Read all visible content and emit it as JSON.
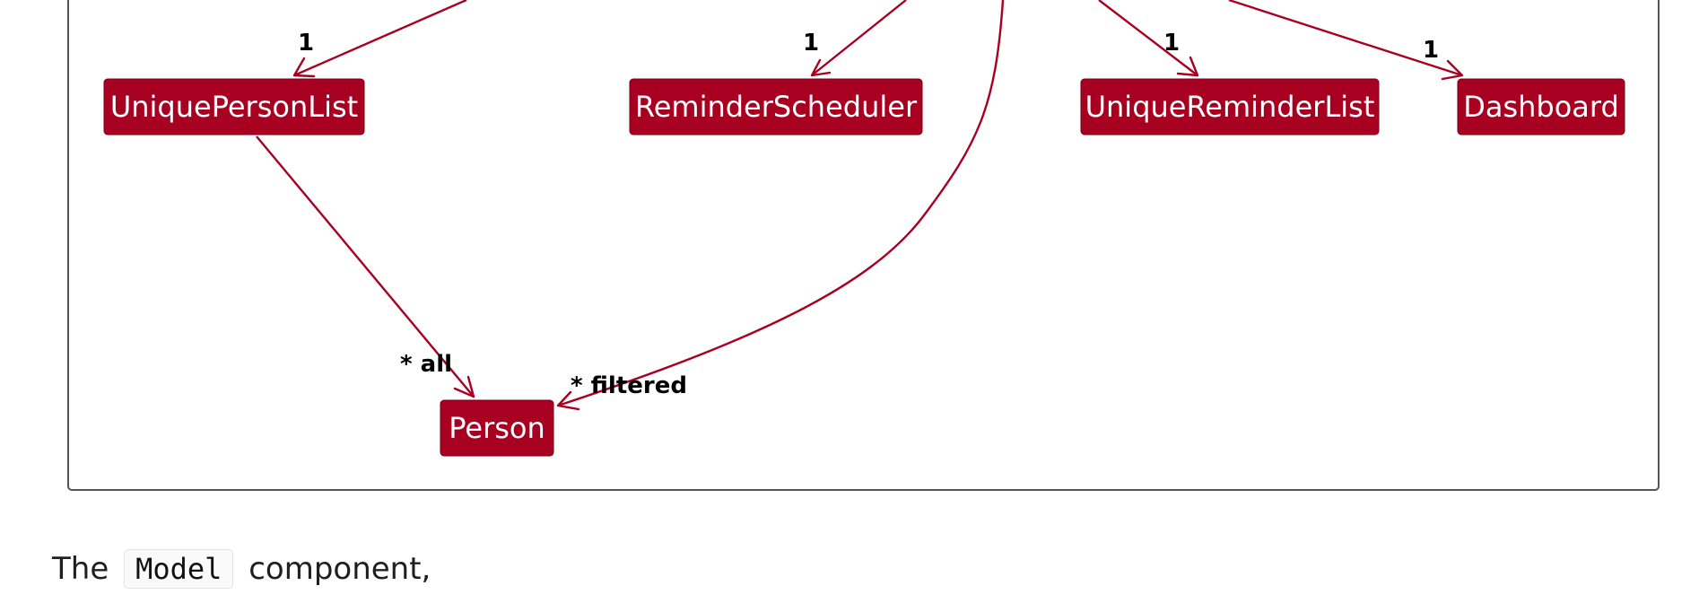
{
  "diagram": {
    "classes": {
      "unique_person_list": "UniquePersonList",
      "reminder_scheduler": "ReminderScheduler",
      "unique_reminder_list": "UniqueReminderList",
      "dashboard": "Dashboard",
      "person": "Person"
    },
    "multiplicities": {
      "unique_person_list": "1",
      "reminder_scheduler": "1",
      "unique_reminder_list": "1",
      "dashboard": "1",
      "person_all": "* all",
      "person_filtered": "* filtered"
    },
    "colors": {
      "class_fill": "#a80021",
      "class_text": "#ffffff",
      "line": "#a80021",
      "frame_border": "#555555"
    }
  },
  "caption": {
    "prefix": "The",
    "code": "Model",
    "suffix": "component,"
  }
}
